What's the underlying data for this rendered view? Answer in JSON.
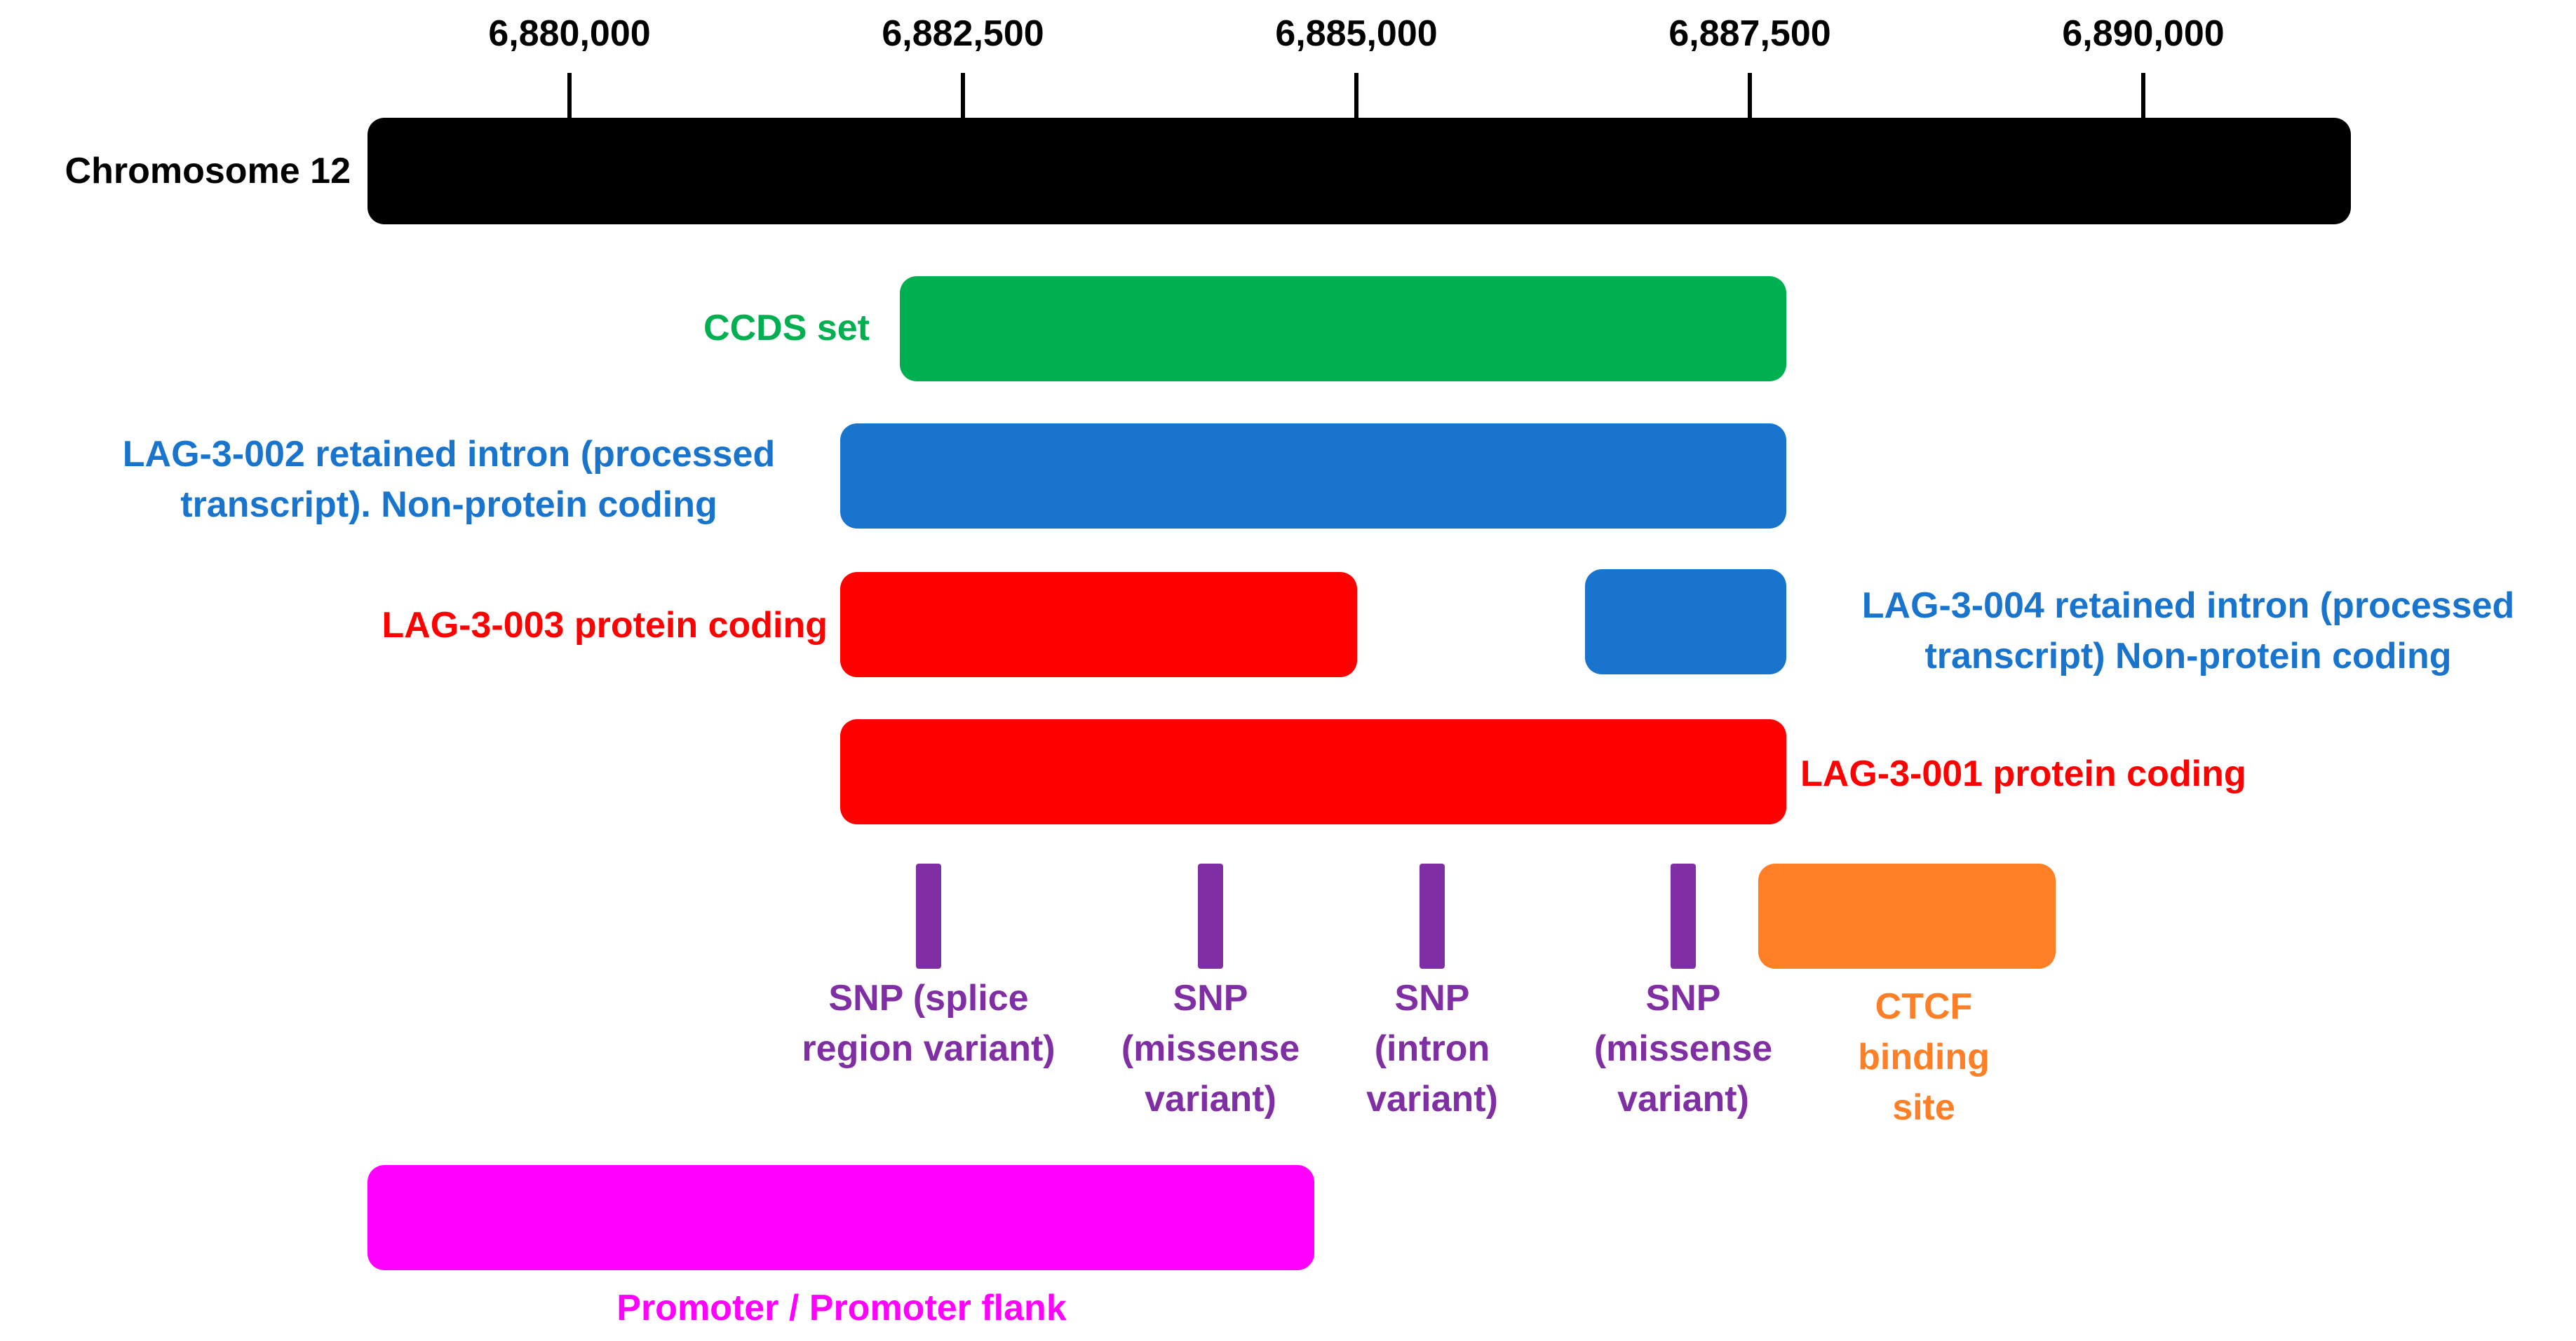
{
  "chromosome": {
    "label": "Chromosome 12",
    "color": "#000000"
  },
  "axis": {
    "ticks": [
      {
        "value": 6880000,
        "label": "6,880,000"
      },
      {
        "value": 6882500,
        "label": "6,882,500"
      },
      {
        "value": 6885000,
        "label": "6,885,000"
      },
      {
        "value": 6887500,
        "label": "6,887,500"
      },
      {
        "value": 6890000,
        "label": "6,890,000"
      }
    ]
  },
  "tracks": [
    {
      "id": "ccds",
      "label": "CCDS set",
      "color": "#00b050"
    },
    {
      "id": "lag3-002",
      "label": "LAG-3-002 retained intron (processed transcript). Non-protein coding",
      "color": "#1874cd"
    },
    {
      "id": "lag3-003",
      "label": "LAG-3-003 protein coding",
      "color": "#ff0000"
    },
    {
      "id": "lag3-004",
      "label": "LAG-3-004 retained intron (processed transcript) Non-protein coding",
      "color": "#1874cd"
    },
    {
      "id": "lag3-001",
      "label": "LAG-3-001 protein coding",
      "color": "#ff0000"
    }
  ],
  "snps": [
    {
      "label": "SNP (splice region variant)",
      "color": "#7f2fa3"
    },
    {
      "label": "SNP (missense variant)",
      "color": "#7f2fa3"
    },
    {
      "label": "SNP (intron variant)",
      "color": "#7f2fa3"
    },
    {
      "label": "SNP (missense variant)",
      "color": "#7f2fa3"
    }
  ],
  "ctcf": {
    "label": "CTCF binding site",
    "color": "#ff7f27"
  },
  "promoter": {
    "label": "Promoter / Promoter flank",
    "color": "#ff00ff"
  }
}
